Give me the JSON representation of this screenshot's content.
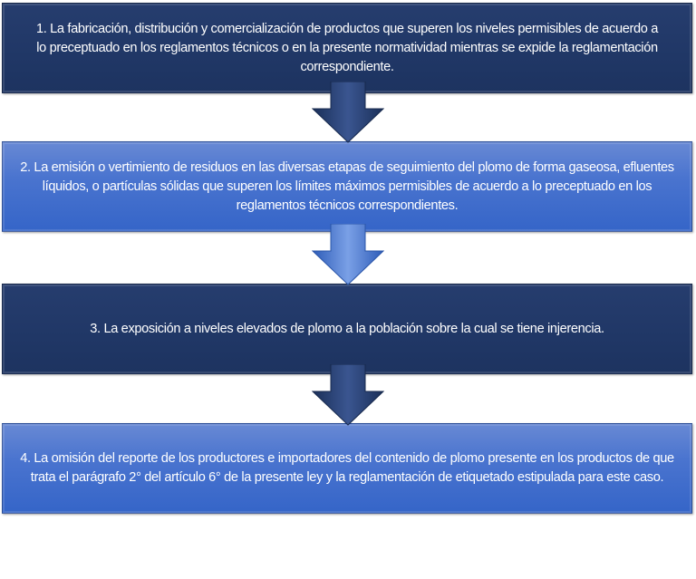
{
  "steps": [
    {
      "text": "1. La fabricación, distribución y comercialización de productos que superen los niveles permisibles de acuerdo a lo preceptuado en los reglamentos técnicos o en la presente normatividad mientras se expide la reglamentación correspondiente."
    },
    {
      "text": "2. La emisión o vertimiento de residuos en las diversas etapas de seguimiento del plomo de forma gaseosa, efluentes líquidos, o partículas sólidas que superen los límites máximos permisibles de acuerdo a lo preceptuado en los reglamentos técnicos correspondientes."
    },
    {
      "text": "3. La exposición a niveles elevados de plomo a la población sobre la cual se tiene injerencia."
    },
    {
      "text": "4. La omisión del reporte de los productores e importadores del contenido de plomo presente en los productos de que trata el parágrafo 2° del artículo 6° de la presente ley y la reglamentación de etiquetado estipulada para este caso."
    }
  ],
  "colors": {
    "dark": "#213868",
    "light": "#4a74cf"
  }
}
